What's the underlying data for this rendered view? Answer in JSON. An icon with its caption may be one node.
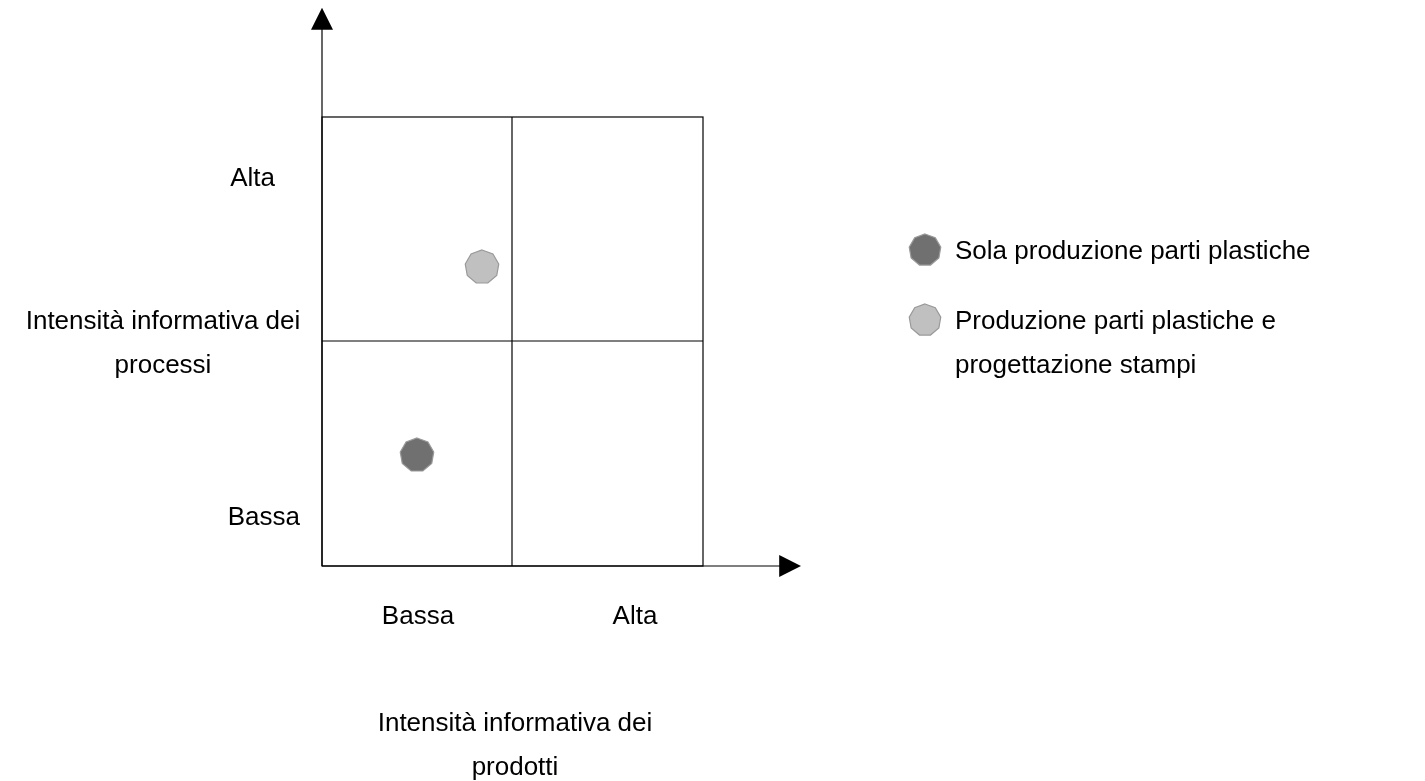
{
  "diagram": {
    "labels": [
      "Alta",
      "Intensità informativa dei processi",
      "Bassa",
      "Bassa",
      "Alta",
      "Intensità informativa dei prodotti"
    ],
    "legend": [
      {
        "text": "Sola produzione parti plastiche",
        "color": "#707070"
      },
      {
        "text": "Produzione parti plastiche e progettazione stampi",
        "color": "#c0c0c0"
      }
    ]
  }
}
